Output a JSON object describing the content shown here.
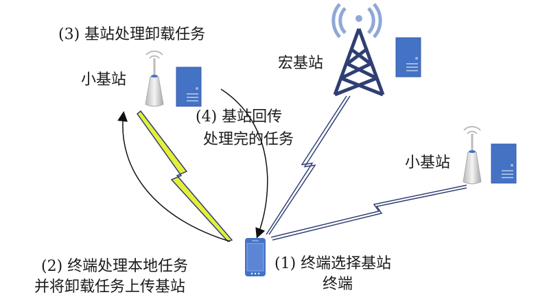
{
  "labels": {
    "step3": "(3) 基站处理卸载任务",
    "small_bs_left": "小基站",
    "macro_bs": "宏基站",
    "step4_line1": "(4) 基站回传",
    "step4_line2": "处理完的任务",
    "small_bs_right": "小基站",
    "step2_line1": "(2) 终端处理本地任务",
    "step2_line2": "并将卸载任务上传基站",
    "step1": "(1) 终端选择基站",
    "terminal": "终端"
  },
  "colors": {
    "server": "#4472c4",
    "tower": "#2f3f73",
    "signal": "#8fa8d8",
    "link": "#2f3f73",
    "bolt_fill": "#e4ef3a",
    "phone": "#4472c4"
  }
}
